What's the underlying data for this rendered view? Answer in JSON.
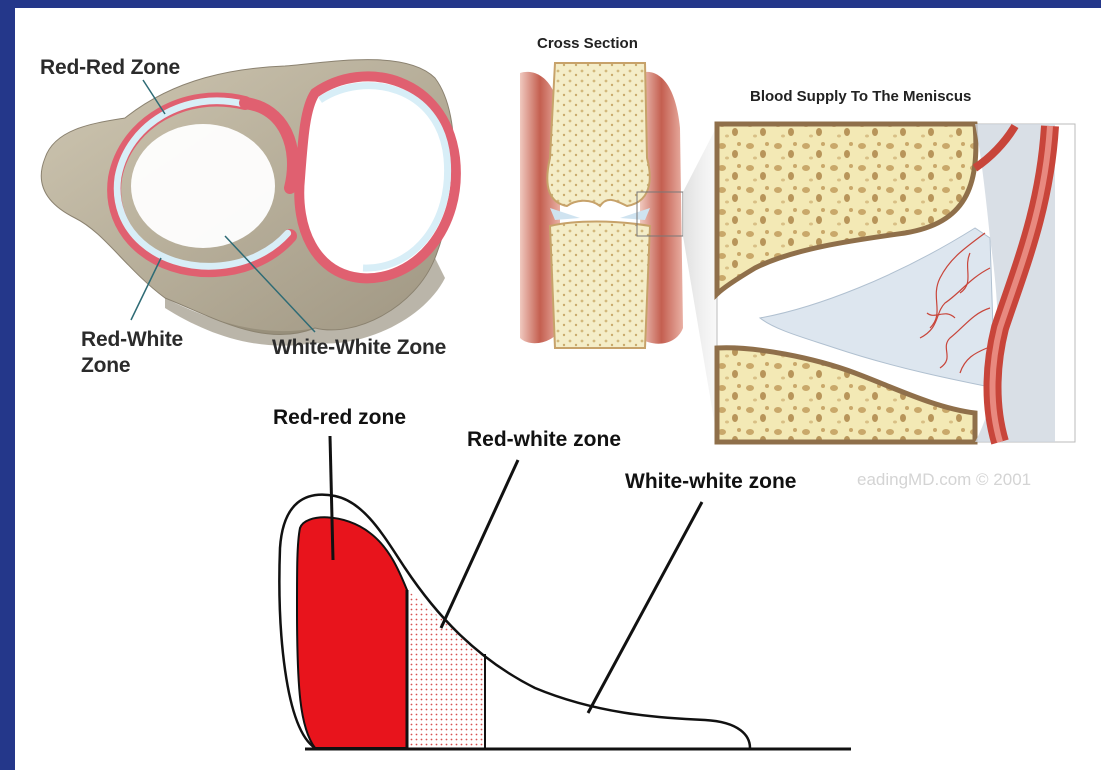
{
  "labels": {
    "red_red_zone_top": "Red-Red Zone",
    "red_white_zone_top_line1": "Red-White",
    "red_white_zone_top_line2": "Zone",
    "white_white_zone_top": "White-White Zone",
    "cross_section": "Cross Section",
    "blood_supply": "Blood Supply To The Meniscus",
    "red_red_zone_bottom": "Red-red zone",
    "red_white_zone_bottom": "Red-white zone",
    "white_white_zone_bottom": "White-white zone",
    "watermark": "eadingMD.com © 2001"
  },
  "colors": {
    "frame": "#24378a",
    "red_zone": "#e8141c",
    "stipple": "#d85050",
    "meniscus_pink": "#e06070",
    "meniscus_white": "#d8eef7",
    "bone": "#f3e9b5",
    "bone_dark": "#c9b27a",
    "muscle": "#c86a5a",
    "artery": "#c8453a",
    "tibia_grey": "#bdb4a0"
  }
}
